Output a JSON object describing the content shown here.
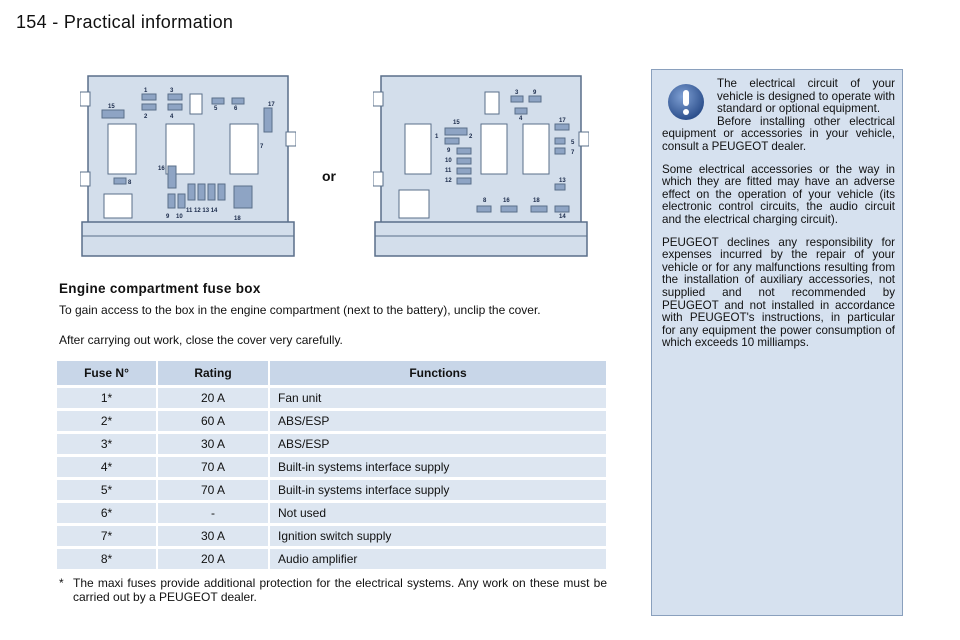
{
  "header": {
    "page_number": "154",
    "separator": "-",
    "title": "Practical information"
  },
  "diagram_left": {
    "labels": [
      "1",
      "3",
      "2",
      "4",
      "5",
      "6",
      "15",
      "17",
      "7",
      "8",
      "16",
      "11",
      "12",
      "13",
      "14",
      "9",
      "10",
      "18"
    ]
  },
  "diagram_right": {
    "labels": [
      "3",
      "9",
      "4",
      "15",
      "1",
      "2",
      "17",
      "5",
      "7",
      "9",
      "10",
      "11",
      "12",
      "13",
      "8",
      "16",
      "18",
      "14"
    ]
  },
  "or_label": "or",
  "section": {
    "title": "Engine compartment fuse box",
    "intro": "To gain access to the box in the engine compartment (next to the battery), unclip the cover.",
    "intro2": "After carrying out work, close the cover very carefully."
  },
  "table": {
    "headers": [
      "Fuse N°",
      "Rating",
      "Functions"
    ],
    "rows": [
      {
        "fuse": "1*",
        "rating": "20 A",
        "function": "Fan unit"
      },
      {
        "fuse": "2*",
        "rating": "60 A",
        "function": "ABS/ESP"
      },
      {
        "fuse": "3*",
        "rating": "30 A",
        "function": "ABS/ESP"
      },
      {
        "fuse": "4*",
        "rating": "70 A",
        "function": "Built-in systems interface supply"
      },
      {
        "fuse": "5*",
        "rating": "70 A",
        "function": "Built-in systems interface supply"
      },
      {
        "fuse": "6*",
        "rating": "-",
        "function": "Not used"
      },
      {
        "fuse": "7*",
        "rating": "30 A",
        "function": "Ignition switch supply"
      },
      {
        "fuse": "8*",
        "rating": "20 A",
        "function": "Audio amplifier"
      }
    ]
  },
  "footnote": {
    "marker": "*",
    "text": "The maxi fuses provide additional protection for the electrical systems. Any work on these must be carried out by a PEUGEOT dealer."
  },
  "warning": {
    "icon": "exclamation-icon",
    "para1_lines": [
      "The electrical circuit of your vehicle is designed to operate with standard or optional equipment.",
      "Before installing other electrical equipment or accessories in your vehicle, consult a PEUGEOT dealer."
    ],
    "para2": "Some electrical accessories or the way in which they are fitted may have an adverse effect on the operation of your vehicle (its electronic control circuits, the audio circuit and the electrical charging circuit).",
    "para3": "PEUGEOT declines any responsibility for expenses incurred by the repair of your vehicle or for any malfunctions resulting from the installation of auxiliary accessories, not supplied and not recommended by PEUGEOT and not installed in accordance with PEUGEOT's instructions, in particular for any equipment the power consumption of which exceeds 10 milliamps."
  },
  "colors": {
    "accent_blue": "#c8d6e8",
    "row_blue": "#dde6f1",
    "box_blue": "#d6e1ef",
    "icon_blue": "#3a5f9c"
  }
}
